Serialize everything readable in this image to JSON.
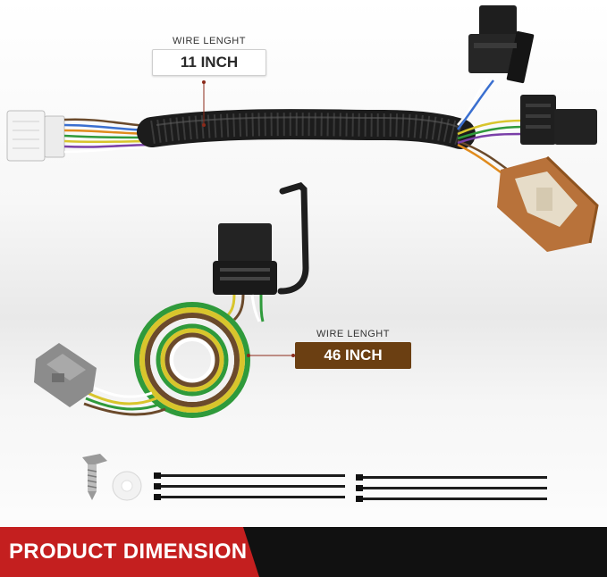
{
  "top_dimension": {
    "label": "WIRE LENGHT",
    "value": "11 INCH"
  },
  "bottom_dimension": {
    "label": "WIRE LENGHT",
    "value": "46 INCH"
  },
  "footer": {
    "title": "PRODUCT DIMENSION"
  },
  "colors": {
    "accent_red": "#c41f1f",
    "value_brown": "#6b3f12",
    "connector_tan": "#b8723a",
    "harness_black": "#1f1f1f"
  }
}
